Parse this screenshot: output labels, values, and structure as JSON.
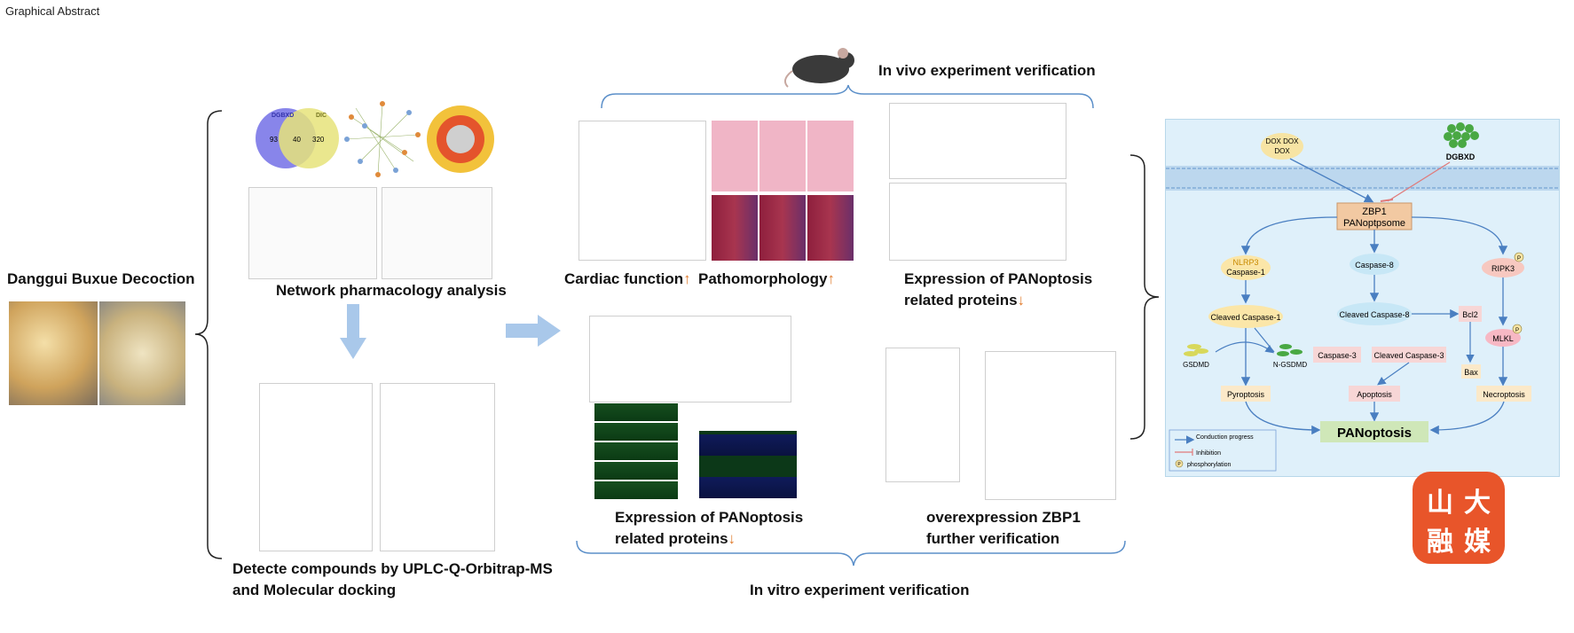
{
  "header": "Graphical Abstract",
  "left_title": "Danggui Buxue Decoction",
  "network_label": "Network pharmacology analysis",
  "detect_label_line1": "Detecte compounds by UPLC-Q-Orbitrap-MS",
  "detect_label_line2": "and Molecular docking",
  "vivo_title": "In vivo experiment verification",
  "vitro_title": "In vitro experiment verification",
  "cardiac_label": "Cardiac function",
  "patho_label": "Pathomorphology",
  "vivo_expr_line1": "Expression of PANoptosis",
  "vivo_expr_line2": "related proteins",
  "vitro_expr_line1": "Expression of PANoptosis",
  "vitro_expr_line2": "related proteins",
  "zbp1_line1": "overexpression ZBP1",
  "zbp1_line2": "further  verification",
  "up_arrow": "↑",
  "down_arrow": "↓",
  "venn": {
    "left_name": "DGBXD",
    "right_name": "DIC",
    "left_only": "93",
    "both": "40",
    "right_only": "320"
  },
  "pathway": {
    "dox_top": "DOX DOX",
    "dox_bottom": "DOX",
    "dgbxd": "DGBXD",
    "zbp1_line1": "ZBP1",
    "zbp1_line2": "PANoptpsome",
    "nlrp3": "NLRP3",
    "caspase1": "Caspase-1",
    "caspase8": "Caspase-8",
    "ripk3": "RIPK3",
    "cleaved_casp1": "Cleaved Caspase-1",
    "cleaved_casp8": "Cleaved Caspase-8",
    "bcl2": "Bcl2",
    "mlkl": "MLKL",
    "gsdmd": "GSDMD",
    "n_gsdmd": "N-GSDMD",
    "caspase3": "Caspase-3",
    "cleaved_casp3": "Cleaved Caspase-3",
    "bax": "Bax",
    "pyroptosis": "Pyroptosis",
    "apoptosis": "Apoptosis",
    "necroptosis": "Necroptosis",
    "panoptosis": "PANoptosis",
    "legend_conduction": "Conduction progress",
    "legend_inhibition": "Inhibition",
    "legend_phos": "phosphorylation",
    "p_mark": "P"
  },
  "logo": {
    "chars": [
      "山",
      "大",
      "融",
      "媒"
    ],
    "color": "#e8552a"
  },
  "colors": {
    "bracket": "#5b8fc9",
    "arrow": "#a9c8ea",
    "orange": "#e07b2d",
    "pathway_bg": "#dff0fa"
  }
}
